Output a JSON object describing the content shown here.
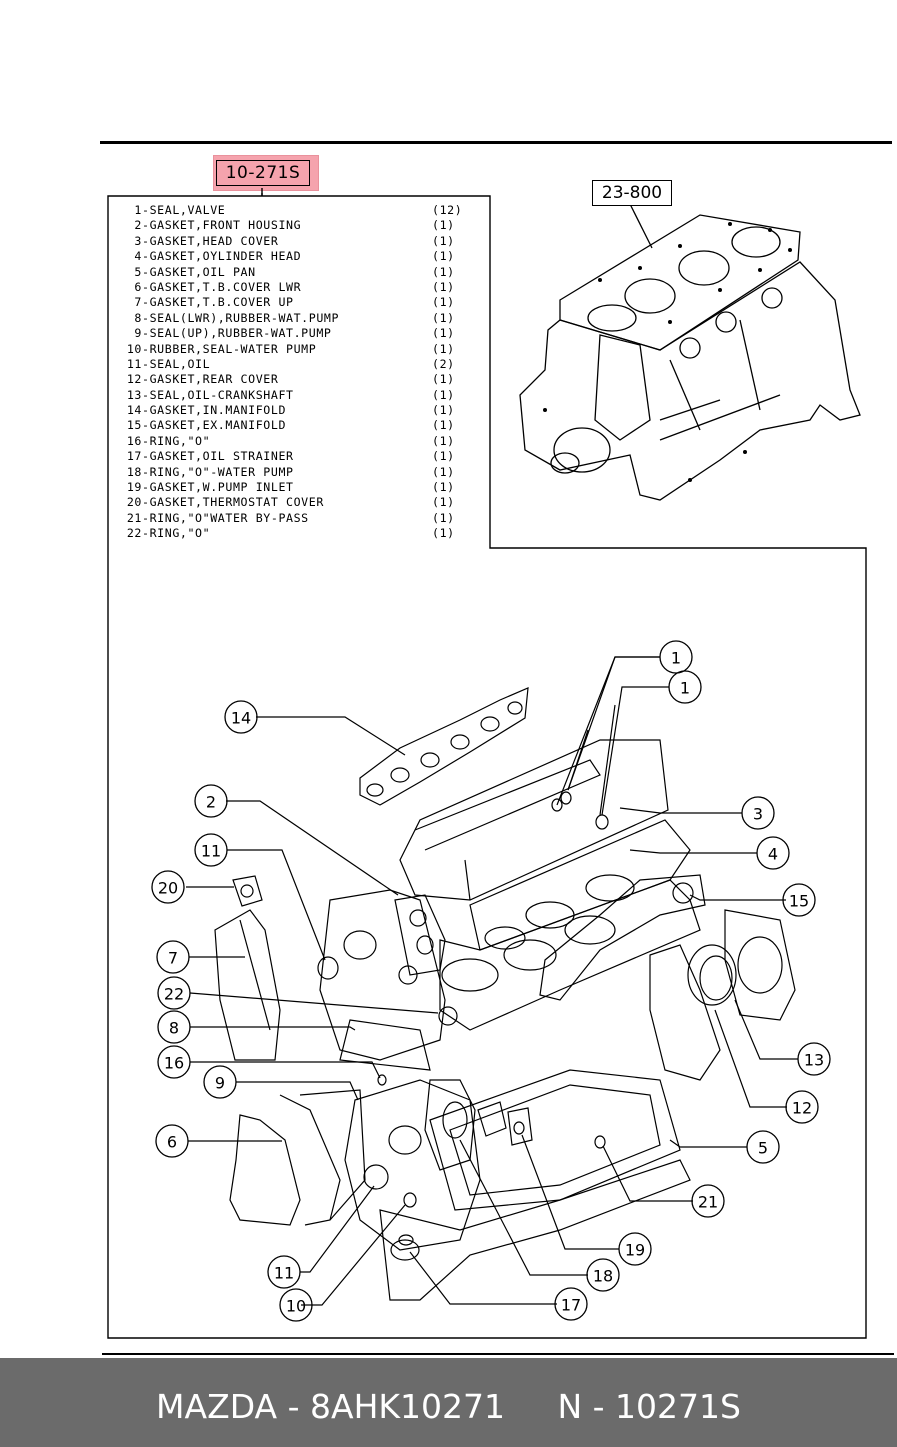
{
  "header": {
    "ref_code": "10-271S",
    "block_ref_code": "23-800"
  },
  "parts": [
    {
      "num": "1",
      "name": "-SEAL,VALVE",
      "qty": "(12)"
    },
    {
      "num": "2",
      "name": "-GASKET,FRONT HOUSING",
      "qty": "(1)"
    },
    {
      "num": "3",
      "name": "-GASKET,HEAD COVER",
      "qty": "(1)"
    },
    {
      "num": "4",
      "name": "-GASKET,OYLINDER HEAD",
      "qty": "(1)"
    },
    {
      "num": "5",
      "name": "-GASKET,OIL PAN",
      "qty": "(1)"
    },
    {
      "num": "6",
      "name": "-GASKET,T.B.COVER LWR",
      "qty": "(1)"
    },
    {
      "num": "7",
      "name": "-GASKET,T.B.COVER UP",
      "qty": "(1)"
    },
    {
      "num": "8",
      "name": "-SEAL(LWR),RUBBER-WAT.PUMP",
      "qty": "(1)"
    },
    {
      "num": "9",
      "name": "-SEAL(UP),RUBBER-WAT.PUMP",
      "qty": "(1)"
    },
    {
      "num": "10",
      "name": "-RUBBER,SEAL-WATER PUMP",
      "qty": "(1)"
    },
    {
      "num": "11",
      "name": "-SEAL,OIL",
      "qty": "(2)"
    },
    {
      "num": "12",
      "name": "-GASKET,REAR COVER",
      "qty": "(1)"
    },
    {
      "num": "13",
      "name": "-SEAL,OIL-CRANKSHAFT",
      "qty": "(1)"
    },
    {
      "num": "14",
      "name": "-GASKET,IN.MANIFOLD",
      "qty": "(1)"
    },
    {
      "num": "15",
      "name": "-GASKET,EX.MANIFOLD",
      "qty": "(1)"
    },
    {
      "num": "16",
      "name": "-RING,\"O\"",
      "qty": "(1)"
    },
    {
      "num": "17",
      "name": "-GASKET,OIL STRAINER",
      "qty": "(1)"
    },
    {
      "num": "18",
      "name": "-RING,\"O\"-WATER PUMP",
      "qty": "(1)"
    },
    {
      "num": "19",
      "name": "-GASKET,W.PUMP INLET",
      "qty": "(1)"
    },
    {
      "num": "20",
      "name": "-GASKET,THERMOSTAT COVER",
      "qty": "(1)"
    },
    {
      "num": "21",
      "name": "-RING,\"O\"WATER BY-PASS",
      "qty": "(1)"
    },
    {
      "num": "22",
      "name": "-RING,\"O\"",
      "qty": "(1)"
    }
  ],
  "callouts": [
    "1",
    "1",
    "2",
    "3",
    "4",
    "5",
    "6",
    "7",
    "8",
    "9",
    "10",
    "11",
    "11",
    "12",
    "13",
    "14",
    "15",
    "16",
    "17",
    "18",
    "19",
    "20",
    "21",
    "22"
  ],
  "footer": {
    "text": "MAZDA - 8AHK10271     N - 10271S"
  }
}
